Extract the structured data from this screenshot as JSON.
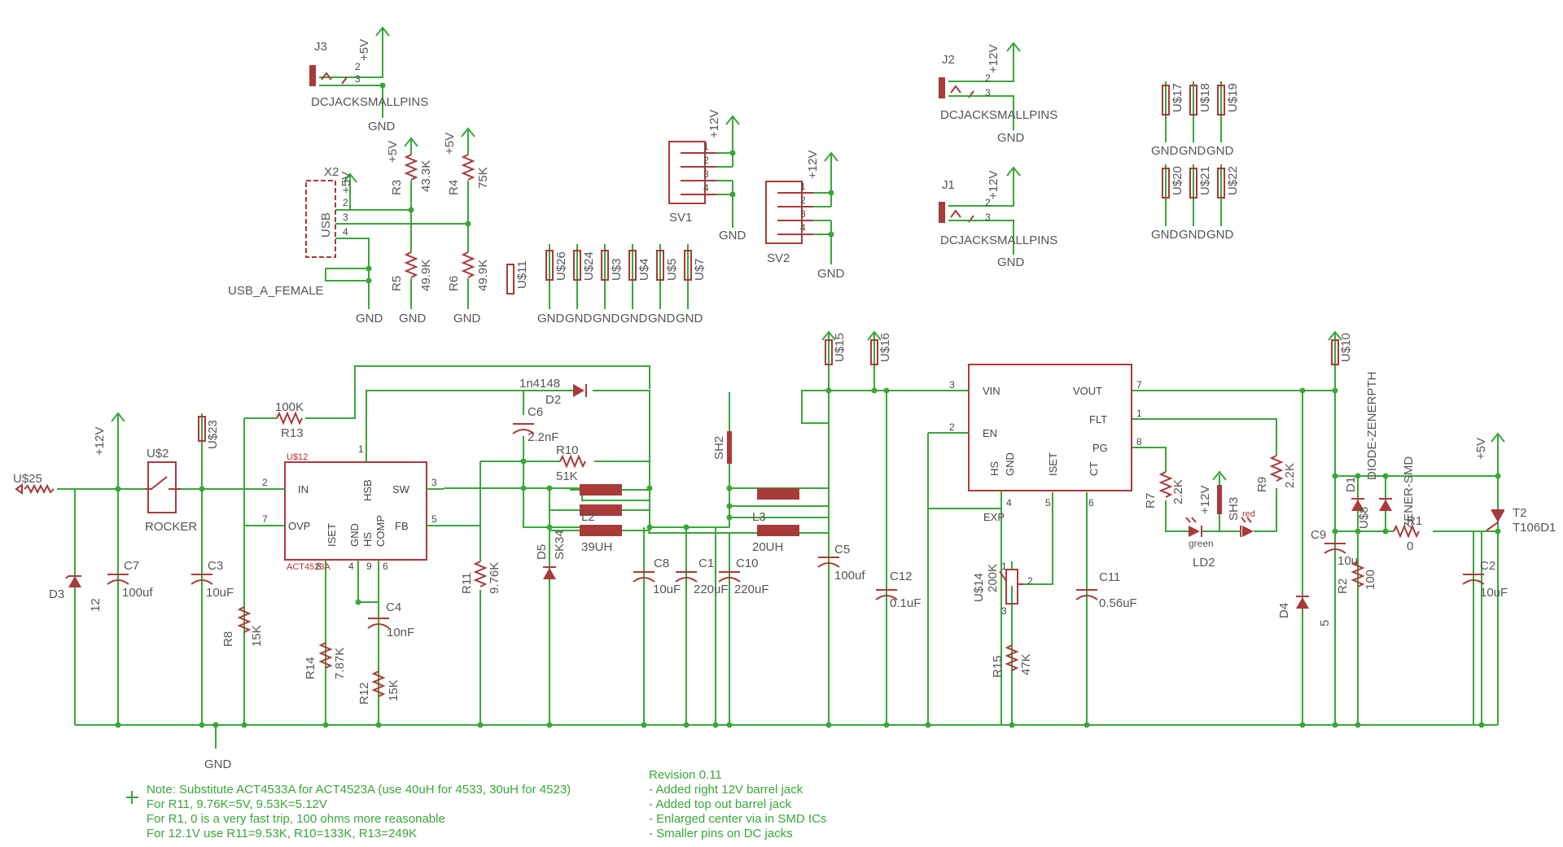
{
  "colors": {
    "wire": "#3aa63a",
    "part": "#a83a3a",
    "text": "#555555",
    "background": "#ffffff"
  },
  "connectors": {
    "j3": {
      "ref": "J3",
      "value": "DCJACKSMALLPINS",
      "pins": [
        "2",
        "3"
      ]
    },
    "j2": {
      "ref": "J2",
      "value": "DCJACKSMALLPINS",
      "pins": [
        "2",
        "3"
      ]
    },
    "j1": {
      "ref": "J1",
      "value": "DCJACKSMALLPINS",
      "pins": [
        "2",
        "3"
      ]
    },
    "x2": {
      "ref": "X2",
      "body": "USB",
      "value": "USB_A_FEMALE",
      "pins": [
        "2",
        "3",
        "4"
      ]
    },
    "sv1": {
      "ref": "SV1",
      "pins": [
        "1",
        "2",
        "3",
        "4"
      ]
    },
    "sv2": {
      "ref": "SV2",
      "pins": [
        "1",
        "2",
        "3",
        "4"
      ]
    }
  },
  "supplies": {
    "p5v": "+5V",
    "p12v": "+12V",
    "gnd": "GND"
  },
  "spacers": [
    "U$26",
    "U$24",
    "U$3",
    "U$4",
    "U$5",
    "U$7",
    "U$11",
    "U$17",
    "U$18",
    "U$19",
    "U$20",
    "U$21",
    "U$22",
    "U$15",
    "U$16",
    "U$10",
    "U$23",
    "U$25"
  ],
  "ic_act": {
    "ref": "U$12",
    "value": "ACT4523A",
    "pins": {
      "in": "IN",
      "hsb": "HSB",
      "sw": "SW",
      "ovp": "OVP",
      "fb": "FB",
      "iset": "ISET",
      "gnd": "GND",
      "hs": "HS",
      "comp": "COMP"
    },
    "pin_numbers": [
      "1",
      "2",
      "3",
      "7",
      "5",
      "8",
      "4",
      "6",
      "9"
    ]
  },
  "ic_reg": {
    "pins": {
      "vin": "VIN",
      "vout": "VOUT",
      "en": "EN",
      "flt": "FLT",
      "pg": "PG",
      "hs": "HS",
      "gnd": "GND",
      "iset": "ISET",
      "ct": "CT",
      "exp": "EXP"
    },
    "pin_numbers": [
      "3",
      "7",
      "2",
      "1",
      "8",
      "4",
      "5",
      "6"
    ]
  },
  "parts": {
    "u2": {
      "ref": "U$2",
      "value": "ROCKER"
    },
    "r13": {
      "ref": "R13",
      "value": "100K"
    },
    "d2": {
      "ref": "D2",
      "value": "1n4148"
    },
    "c6": {
      "ref": "C6",
      "value": "2.2nF"
    },
    "r10": {
      "ref": "R10",
      "value": "51K"
    },
    "sh2": {
      "ref": "SH2"
    },
    "l2": {
      "ref": "L2",
      "value": "39UH"
    },
    "l3": {
      "ref": "L3",
      "value": "20UH"
    },
    "r3": {
      "ref": "R3",
      "value": "43.3K"
    },
    "r4": {
      "ref": "R4",
      "value": "75K"
    },
    "r5": {
      "ref": "R5",
      "value": "49.9K"
    },
    "r6": {
      "ref": "R6",
      "value": "49.9K"
    },
    "d3": {
      "ref": "D3",
      "value": "12"
    },
    "c7": {
      "ref": "C7",
      "value": "100uf"
    },
    "c3": {
      "ref": "C3",
      "value": "10uF"
    },
    "r8": {
      "ref": "R8",
      "value": "15K"
    },
    "r14": {
      "ref": "R14",
      "value": "7.87K"
    },
    "r12": {
      "ref": "R12",
      "value": "15K"
    },
    "c4": {
      "ref": "C4",
      "value": "10nF"
    },
    "r11": {
      "ref": "R11",
      "value": "9.76K"
    },
    "d5": {
      "ref": "D5",
      "value": "SK34"
    },
    "c8": {
      "ref": "C8",
      "value": "10uF"
    },
    "c1": {
      "ref": "C1",
      "value": "220uF"
    },
    "c10": {
      "ref": "C10",
      "value": "220uF"
    },
    "c5": {
      "ref": "C5",
      "value": "100uf"
    },
    "c12": {
      "ref": "C12",
      "value": "0.1uF"
    },
    "u14": {
      "ref": "U$14",
      "value": "200K",
      "pins": [
        "1",
        "2",
        "3"
      ]
    },
    "r15": {
      "ref": "R15",
      "value": "47K"
    },
    "c11": {
      "ref": "C11",
      "value": "0.56uF"
    },
    "r7": {
      "ref": "R7",
      "value": "2.2K"
    },
    "r9": {
      "ref": "R9",
      "value": "2.2K"
    },
    "sh3": {
      "ref": "SH3"
    },
    "ld2": {
      "ref": "LD2",
      "green": "green",
      "red": "red"
    },
    "d4": {
      "ref": "D4",
      "value": "5"
    },
    "c9": {
      "ref": "C9",
      "value": "10u"
    },
    "r2": {
      "ref": "R2",
      "value": "100"
    },
    "d1": {
      "ref": "D1",
      "value": "DIODE-ZENERPTH"
    },
    "u8": {
      "ref": "U$8",
      "value": "ZENER-SMD"
    },
    "r1": {
      "ref": "R1",
      "value": "0"
    },
    "t2": {
      "ref": "T2",
      "value": "T106D1"
    },
    "c2": {
      "ref": "C2",
      "value": "10uF"
    }
  },
  "notes": {
    "left": [
      "Note: Substitute ACT4533A for ACT4523A (use 40uH for 4533, 30uH for 4523)",
      "For R11, 9.76K=5V, 9.53K=5.12V",
      "For R1, 0 is a very fast trip, 100 ohms more reasonable",
      "For 12.1V use R11=9.53K, R10=133K, R13=249K"
    ],
    "revision": [
      "Revision 0.11",
      "- Added right 12V barrel jack",
      "- Added top out barrel jack",
      "- Enlarged center via in SMD ICs",
      "- Smaller pins on DC jacks"
    ]
  }
}
